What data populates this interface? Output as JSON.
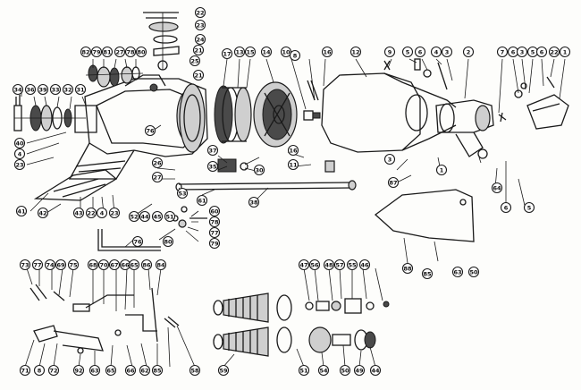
{
  "diagram": {
    "callouts": [
      {
        "id": "c-22a",
        "text": "22"
      },
      {
        "id": "c-23a",
        "text": "23"
      },
      {
        "id": "c-24a",
        "text": "24"
      },
      {
        "id": "c-21",
        "text": "21"
      },
      {
        "id": "c-25a",
        "text": "25"
      },
      {
        "id": "c-21b",
        "text": "21"
      },
      {
        "id": "c-17",
        "text": "17"
      },
      {
        "id": "c-13",
        "text": "13"
      },
      {
        "id": "c-15",
        "text": "15"
      },
      {
        "id": "c-14",
        "text": "14"
      },
      {
        "id": "c-10",
        "text": "10"
      },
      {
        "id": "c-8",
        "text": "8"
      },
      {
        "id": "c-16a",
        "text": "16"
      },
      {
        "id": "c-12",
        "text": "12"
      },
      {
        "id": "c-9",
        "text": "9"
      },
      {
        "id": "c-5a",
        "text": "5"
      },
      {
        "id": "c-6a",
        "text": "6"
      },
      {
        "id": "c-4a",
        "text": "4"
      },
      {
        "id": "c-3a",
        "text": "3"
      },
      {
        "id": "c-2",
        "text": "2"
      },
      {
        "id": "c-7",
        "text": "7"
      },
      {
        "id": "c-6b",
        "text": "6"
      },
      {
        "id": "c-3b",
        "text": "3"
      },
      {
        "id": "c-5b",
        "text": "5"
      },
      {
        "id": "c-6c",
        "text": "6"
      },
      {
        "id": "c-22b",
        "text": "22"
      },
      {
        "id": "c-1",
        "text": "1"
      },
      {
        "id": "c-82",
        "text": "82"
      },
      {
        "id": "c-79",
        "text": "79"
      },
      {
        "id": "c-81",
        "text": "81"
      },
      {
        "id": "c-27",
        "text": "27"
      },
      {
        "id": "c-78",
        "text": "78"
      },
      {
        "id": "c-80a",
        "text": "80"
      },
      {
        "id": "c-34",
        "text": "34"
      },
      {
        "id": "c-36",
        "text": "36"
      },
      {
        "id": "c-39",
        "text": "39"
      },
      {
        "id": "c-33",
        "text": "33"
      },
      {
        "id": "c-32",
        "text": "32"
      },
      {
        "id": "c-31",
        "text": "31"
      },
      {
        "id": "c-76a",
        "text": "76"
      },
      {
        "id": "c-40",
        "text": "40"
      },
      {
        "id": "c-4b",
        "text": "4"
      },
      {
        "id": "c-23b",
        "text": "23"
      },
      {
        "id": "c-26",
        "text": "26"
      },
      {
        "id": "c-27b",
        "text": "27"
      },
      {
        "id": "c-37",
        "text": "37"
      },
      {
        "id": "c-35",
        "text": "35"
      },
      {
        "id": "c-30",
        "text": "30"
      },
      {
        "id": "c-16b",
        "text": "16"
      },
      {
        "id": "c-11",
        "text": "11"
      },
      {
        "id": "c-38",
        "text": "38"
      },
      {
        "id": "c-61a",
        "text": "61"
      },
      {
        "id": "c-53",
        "text": "53"
      },
      {
        "id": "c-41",
        "text": "41"
      },
      {
        "id": "c-42",
        "text": "42"
      },
      {
        "id": "c-43",
        "text": "43"
      },
      {
        "id": "c-22c",
        "text": "22"
      },
      {
        "id": "c-4c",
        "text": "4"
      },
      {
        "id": "c-23c",
        "text": "23"
      },
      {
        "id": "c-52",
        "text": "52"
      },
      {
        "id": "c-44",
        "text": "44"
      },
      {
        "id": "c-45",
        "text": "45"
      },
      {
        "id": "c-51a",
        "text": "51"
      },
      {
        "id": "c-60",
        "text": "60"
      },
      {
        "id": "c-78b",
        "text": "78"
      },
      {
        "id": "c-77",
        "text": "77"
      },
      {
        "id": "c-79b",
        "text": "79"
      },
      {
        "id": "c-80b",
        "text": "80"
      },
      {
        "id": "c-76b",
        "text": "76"
      },
      {
        "id": "c-3c",
        "text": "3"
      },
      {
        "id": "c-87",
        "text": "87"
      },
      {
        "id": "c-1b",
        "text": "1"
      },
      {
        "id": "c-64",
        "text": "64"
      },
      {
        "id": "c-6d",
        "text": "6"
      },
      {
        "id": "c-5c",
        "text": "5"
      },
      {
        "id": "c-88",
        "text": "88"
      },
      {
        "id": "c-85",
        "text": "85"
      },
      {
        "id": "c-63",
        "text": "63"
      },
      {
        "id": "c-50",
        "text": "50"
      },
      {
        "id": "c-73",
        "text": "73"
      },
      {
        "id": "c-77b",
        "text": "77"
      },
      {
        "id": "c-74",
        "text": "74"
      },
      {
        "id": "c-69",
        "text": "69"
      },
      {
        "id": "c-75",
        "text": "75"
      },
      {
        "id": "c-68",
        "text": "68"
      },
      {
        "id": "c-70",
        "text": "70"
      },
      {
        "id": "c-67",
        "text": "67"
      },
      {
        "id": "c-66",
        "text": "66"
      },
      {
        "id": "c-65",
        "text": "65"
      },
      {
        "id": "c-86",
        "text": "86"
      },
      {
        "id": "c-84",
        "text": "84"
      },
      {
        "id": "c-71",
        "text": "71"
      },
      {
        "id": "c-8b",
        "text": "8"
      },
      {
        "id": "c-72",
        "text": "72"
      },
      {
        "id": "c-92",
        "text": "92"
      },
      {
        "id": "c-63b",
        "text": "63"
      },
      {
        "id": "c-65b",
        "text": "65"
      },
      {
        "id": "c-66b",
        "text": "66"
      },
      {
        "id": "c-62",
        "text": "62"
      },
      {
        "id": "c-85b",
        "text": "85"
      },
      {
        "id": "c-58",
        "text": "58"
      },
      {
        "id": "c-59",
        "text": "59"
      },
      {
        "id": "c-47",
        "text": "47"
      },
      {
        "id": "c-56",
        "text": "56"
      },
      {
        "id": "c-48",
        "text": "48"
      },
      {
        "id": "c-57",
        "text": "57"
      },
      {
        "id": "c-55",
        "text": "55"
      },
      {
        "id": "c-46a",
        "text": "46"
      },
      {
        "id": "c-51b",
        "text": "51"
      },
      {
        "id": "c-54",
        "text": "54"
      },
      {
        "id": "c-50b",
        "text": "50"
      },
      {
        "id": "c-49",
        "text": "49"
      },
      {
        "id": "c-44b",
        "text": "44"
      }
    ]
  }
}
